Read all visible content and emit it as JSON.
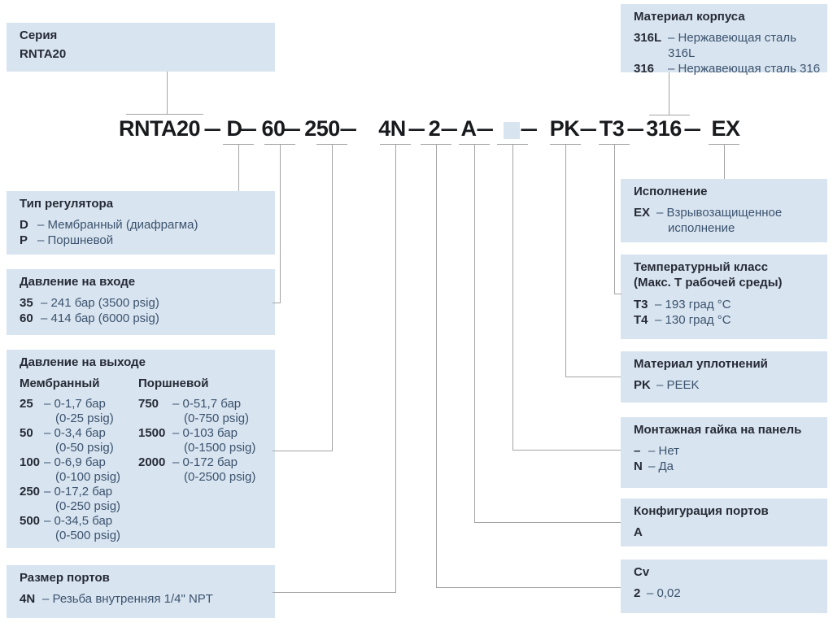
{
  "code_line": {
    "separator": "—",
    "segments": [
      "RNTA20",
      "D",
      "60",
      "250",
      "4N",
      "2",
      "A",
      "",
      "PK",
      "T3",
      "316",
      "EX"
    ],
    "placeholder_index": 7
  },
  "boxes": {
    "seriya": {
      "title": "Серия",
      "code": "RNTA20"
    },
    "material": {
      "title": "Материал корпуса",
      "items": [
        {
          "code": "316L",
          "desc": "– Нержавеющая сталь 316L"
        },
        {
          "code": "316",
          "desc": "– Нержавеющая сталь 316"
        }
      ]
    },
    "tip": {
      "title": "Тип регулятора",
      "items": [
        {
          "code": "D",
          "desc": "– Мембранный (диафрагма)"
        },
        {
          "code": "P",
          "desc": "– Поршневой"
        }
      ]
    },
    "vhod": {
      "title": "Давление на входе",
      "items": [
        {
          "code": "35",
          "desc": "– 241 бар (3500 psig)"
        },
        {
          "code": "60",
          "desc": "– 414 бар (6000 psig)"
        }
      ]
    },
    "vyhod": {
      "title": "Давление на выходе",
      "col1_title": "Мембранный",
      "col2_title": "Поршневой",
      "col1": [
        {
          "code": "25",
          "desc": "– 0-1,7 бар",
          "psig": "(0-25 psig)"
        },
        {
          "code": "50",
          "desc": "– 0-3,4 бар",
          "psig": "(0-50 psig)"
        },
        {
          "code": "100",
          "desc": "– 0-6,9 бар",
          "psig": "(0-100 psig)"
        },
        {
          "code": "250",
          "desc": "– 0-17,2 бар",
          "psig": "(0-250 psig)"
        },
        {
          "code": "500",
          "desc": "– 0-34,5 бар",
          "psig": "(0-500 psig)"
        }
      ],
      "col2": [
        {
          "code": "750",
          "desc": "– 0-51,7 бар",
          "psig": "(0-750 psig)"
        },
        {
          "code": "1500",
          "desc": "– 0-103 бар",
          "psig": "(0-1500 psig)"
        },
        {
          "code": "2000",
          "desc": "– 0-172 бар",
          "psig": "(0-2500 psig)"
        }
      ]
    },
    "razmer": {
      "title": "Размер портов",
      "items": [
        {
          "code": "4N",
          "desc": "– Резьба внутренняя 1/4\" NPT"
        }
      ]
    },
    "ispolnenie": {
      "title": "Исполнение",
      "items": [
        {
          "code": "EX",
          "desc": "– Взрывозащищенное",
          "desc2": "исполнение"
        }
      ]
    },
    "tempclass": {
      "title": "Температурный класс",
      "title2": "(Макс. Т рабочей среды)",
      "items": [
        {
          "code": "Т3",
          "desc": "– 193 град °С"
        },
        {
          "code": "Т4",
          "desc": "– 130 град °С"
        }
      ]
    },
    "uplotneniya": {
      "title": "Материал уплотнений",
      "items": [
        {
          "code": "PK",
          "desc": "– PEEK"
        }
      ]
    },
    "gaika": {
      "title": "Монтажная гайка на панель",
      "items": [
        {
          "code": "–",
          "desc": "– Нет"
        },
        {
          "code": "N",
          "desc": "– Да"
        }
      ]
    },
    "konfig": {
      "title": "Конфигурация портов",
      "code": "A"
    },
    "cv": {
      "title": "Cv",
      "items": [
        {
          "code": "2",
          "desc": "– 0,02"
        }
      ]
    }
  },
  "colors": {
    "box_fill": "#d8e4f0",
    "connector_line": "#a4a4a4",
    "code_text": "#191a1d",
    "header_text": "#262b36",
    "desc_text": "#3c536e"
  }
}
